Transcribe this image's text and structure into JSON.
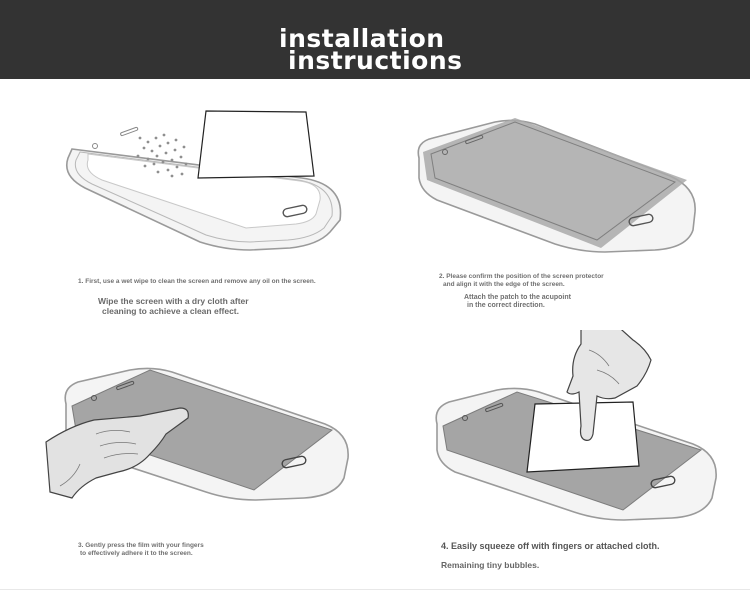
{
  "header": {
    "title_line1": "installation",
    "title_line2": "instructions",
    "background": "#333333"
  },
  "steps": [
    {
      "caption": "1. First, use a wet wipe to clean the screen and remove any oil on the screen.",
      "note_line1": "Wipe the screen with a dry cloth after",
      "note_line2": "cleaning to achieve a clean effect."
    },
    {
      "caption_line1": "2. Please confirm the position of the screen protector",
      "caption_line2": "and align it with the edge of the screen.",
      "note_line1": "Attach the patch to the acupoint",
      "note_line2": "in the correct direction."
    },
    {
      "caption_line1": "3. Gently press the film with your fingers",
      "caption_line2": "to effectively adhere it to the screen."
    },
    {
      "caption": "4. Easily squeeze off with fingers or attached cloth.",
      "note": "Remaining tiny bubbles."
    }
  ]
}
